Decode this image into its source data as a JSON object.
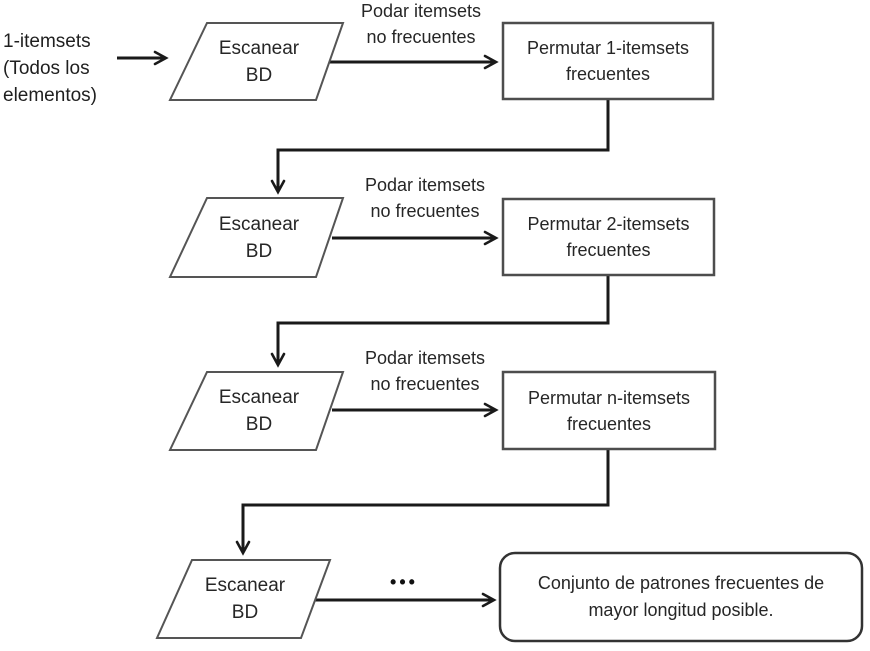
{
  "diagram": {
    "title_hint": "Flujo tipo Apriori de itemsets frecuentes",
    "start": {
      "line1": "1-itemsets",
      "line2": "(Todos los",
      "line3": "elementos)"
    },
    "rows": [
      {
        "scan_line1": "Escanear",
        "scan_line2": "BD",
        "prune_line1": "Podar itemsets",
        "prune_line2": "no frecuentes",
        "box_line1": "Permutar 1-itemsets",
        "box_line2": "frecuentes"
      },
      {
        "scan_line1": "Escanear",
        "scan_line2": "BD",
        "prune_line1": "Podar itemsets",
        "prune_line2": "no frecuentes",
        "box_line1": "Permutar 2-itemsets",
        "box_line2": "frecuentes"
      },
      {
        "scan_line1": "Escanear",
        "scan_line2": "BD",
        "prune_line1": "Podar itemsets",
        "prune_line2": "no frecuentes",
        "box_line1": "Permutar n-itemsets",
        "box_line2": "frecuentes"
      },
      {
        "scan_line1": "Escanear",
        "scan_line2": "BD",
        "ellipsis": "•••"
      }
    ],
    "final": {
      "line1": "Conjunto de patrones frecuentes de",
      "line2": "mayor longitud posible."
    },
    "colors": {
      "background": "#ffffff",
      "connector": "#1a1a1a",
      "shape_border": "#4d4d4d",
      "shape_fill": "#ffffff",
      "text": "#262626"
    }
  }
}
